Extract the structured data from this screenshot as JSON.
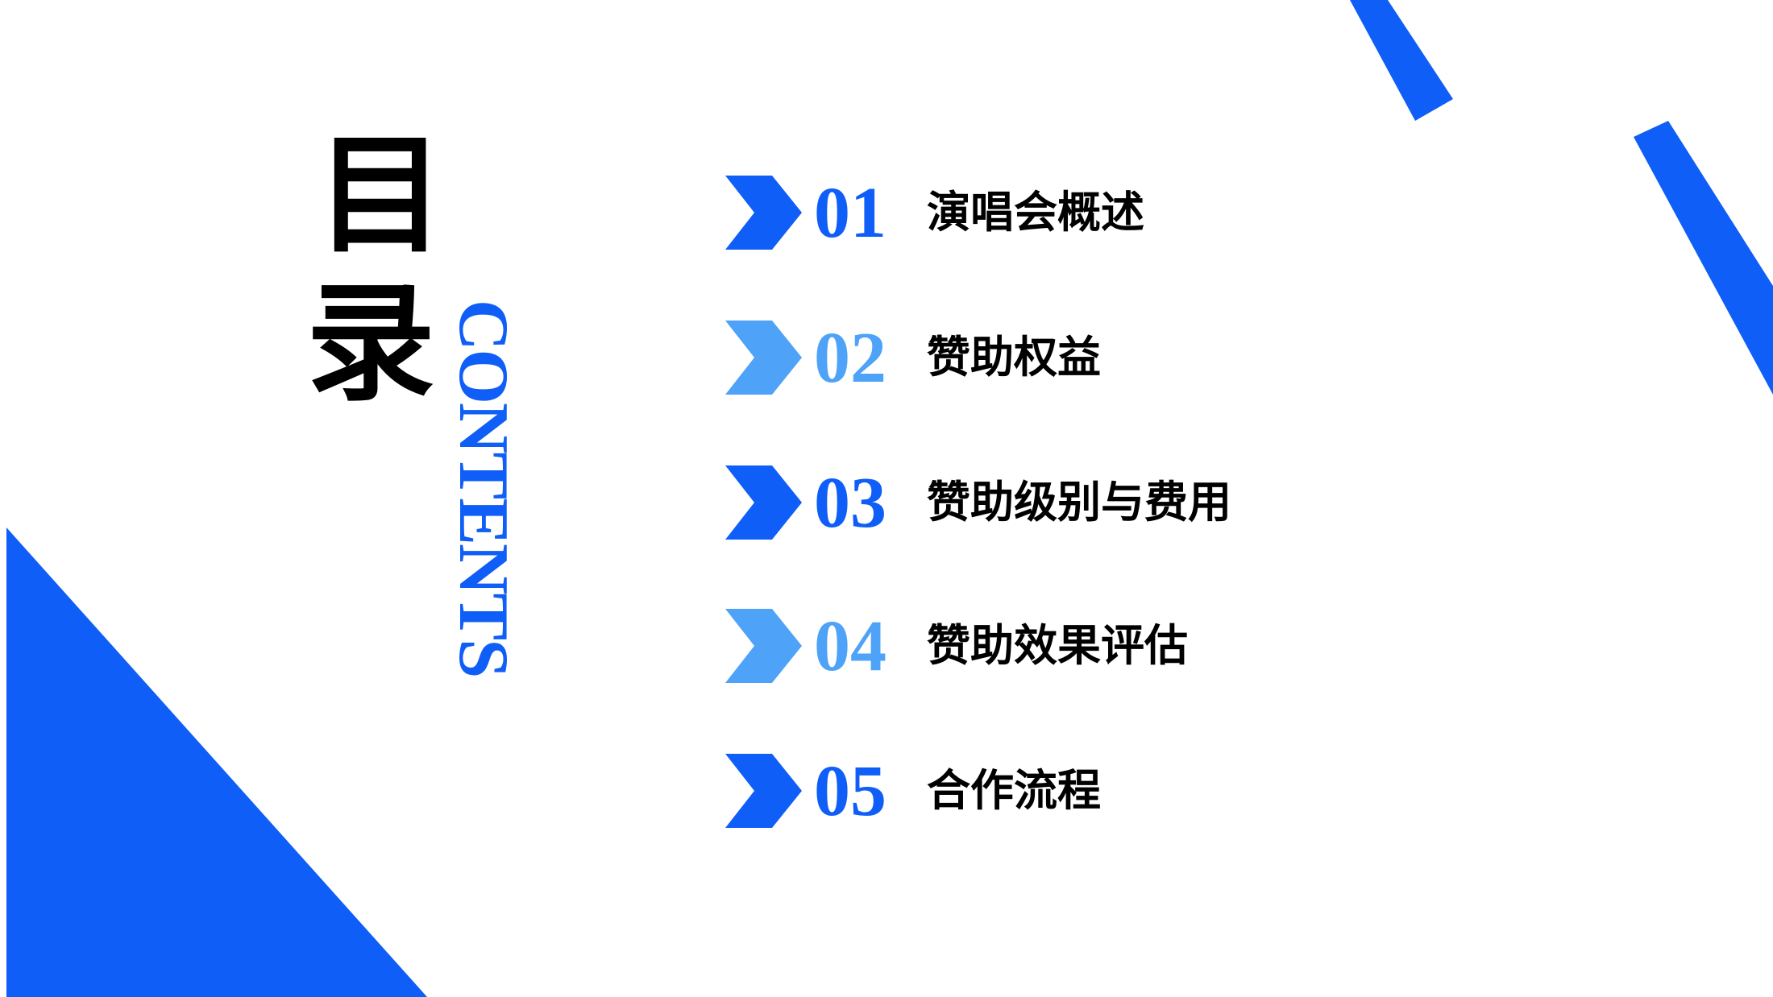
{
  "slide": {
    "title_chars": [
      "目",
      "录"
    ],
    "contents_word": "CONTENTS",
    "colors": {
      "primary_blue": "#0f5ef7",
      "light_blue": "#4ea2f7",
      "text_black": "#000000",
      "background": "#ffffff"
    },
    "decorations": [
      "bottom-left-triangle",
      "top-right-stripe-short",
      "right-edge-stripe-long"
    ],
    "items": [
      {
        "number": "01",
        "label": "演唱会概述",
        "accent": "#0f5ef7",
        "icon": "chevron-right-icon"
      },
      {
        "number": "02",
        "label": "赞助权益",
        "accent": "#4ea2f7",
        "icon": "chevron-right-icon"
      },
      {
        "number": "03",
        "label": "赞助级别与费用",
        "accent": "#0f5ef7",
        "icon": "chevron-right-icon"
      },
      {
        "number": "04",
        "label": "赞助效果评估",
        "accent": "#4ea2f7",
        "icon": "chevron-right-icon"
      },
      {
        "number": "05",
        "label": "合作流程",
        "accent": "#0f5ef7",
        "icon": "chevron-right-icon"
      }
    ]
  }
}
